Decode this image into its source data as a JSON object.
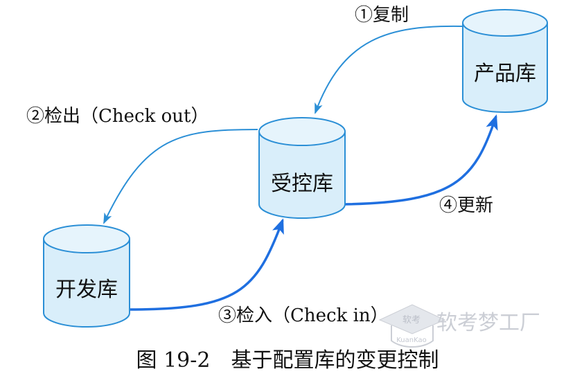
{
  "diagram": {
    "nodes": {
      "product": "产品库",
      "controlled": "受控库",
      "development": "开发库"
    },
    "edges": {
      "copy": "①复制",
      "checkout": "②检出（Check out）",
      "checkin": "③检入（Check in）",
      "update": "④更新"
    },
    "caption": "图 19-2　基于配置库的变更控制"
  },
  "watermark": {
    "brand": "软考梦工厂",
    "badge_cn": "软考",
    "badge_en": "KuanKao"
  },
  "colors": {
    "db_fill": "#d9eefa",
    "db_stroke": "#2b8fd6",
    "thin_arrow": "#2b8fd6",
    "thick_arrow": "#1f6fe0",
    "watermark": "#c9ccd3"
  }
}
